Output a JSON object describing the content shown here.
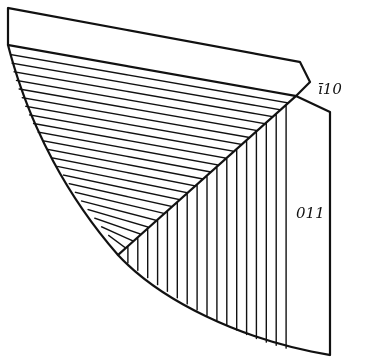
{
  "figure": {
    "labels": {
      "face_top": "ī10",
      "face_right": "011"
    },
    "hatching": {
      "left_face_lines": 22,
      "right_face_lines": 17
    },
    "colors": {
      "stroke": "#111111",
      "background": "#ffffff"
    }
  }
}
